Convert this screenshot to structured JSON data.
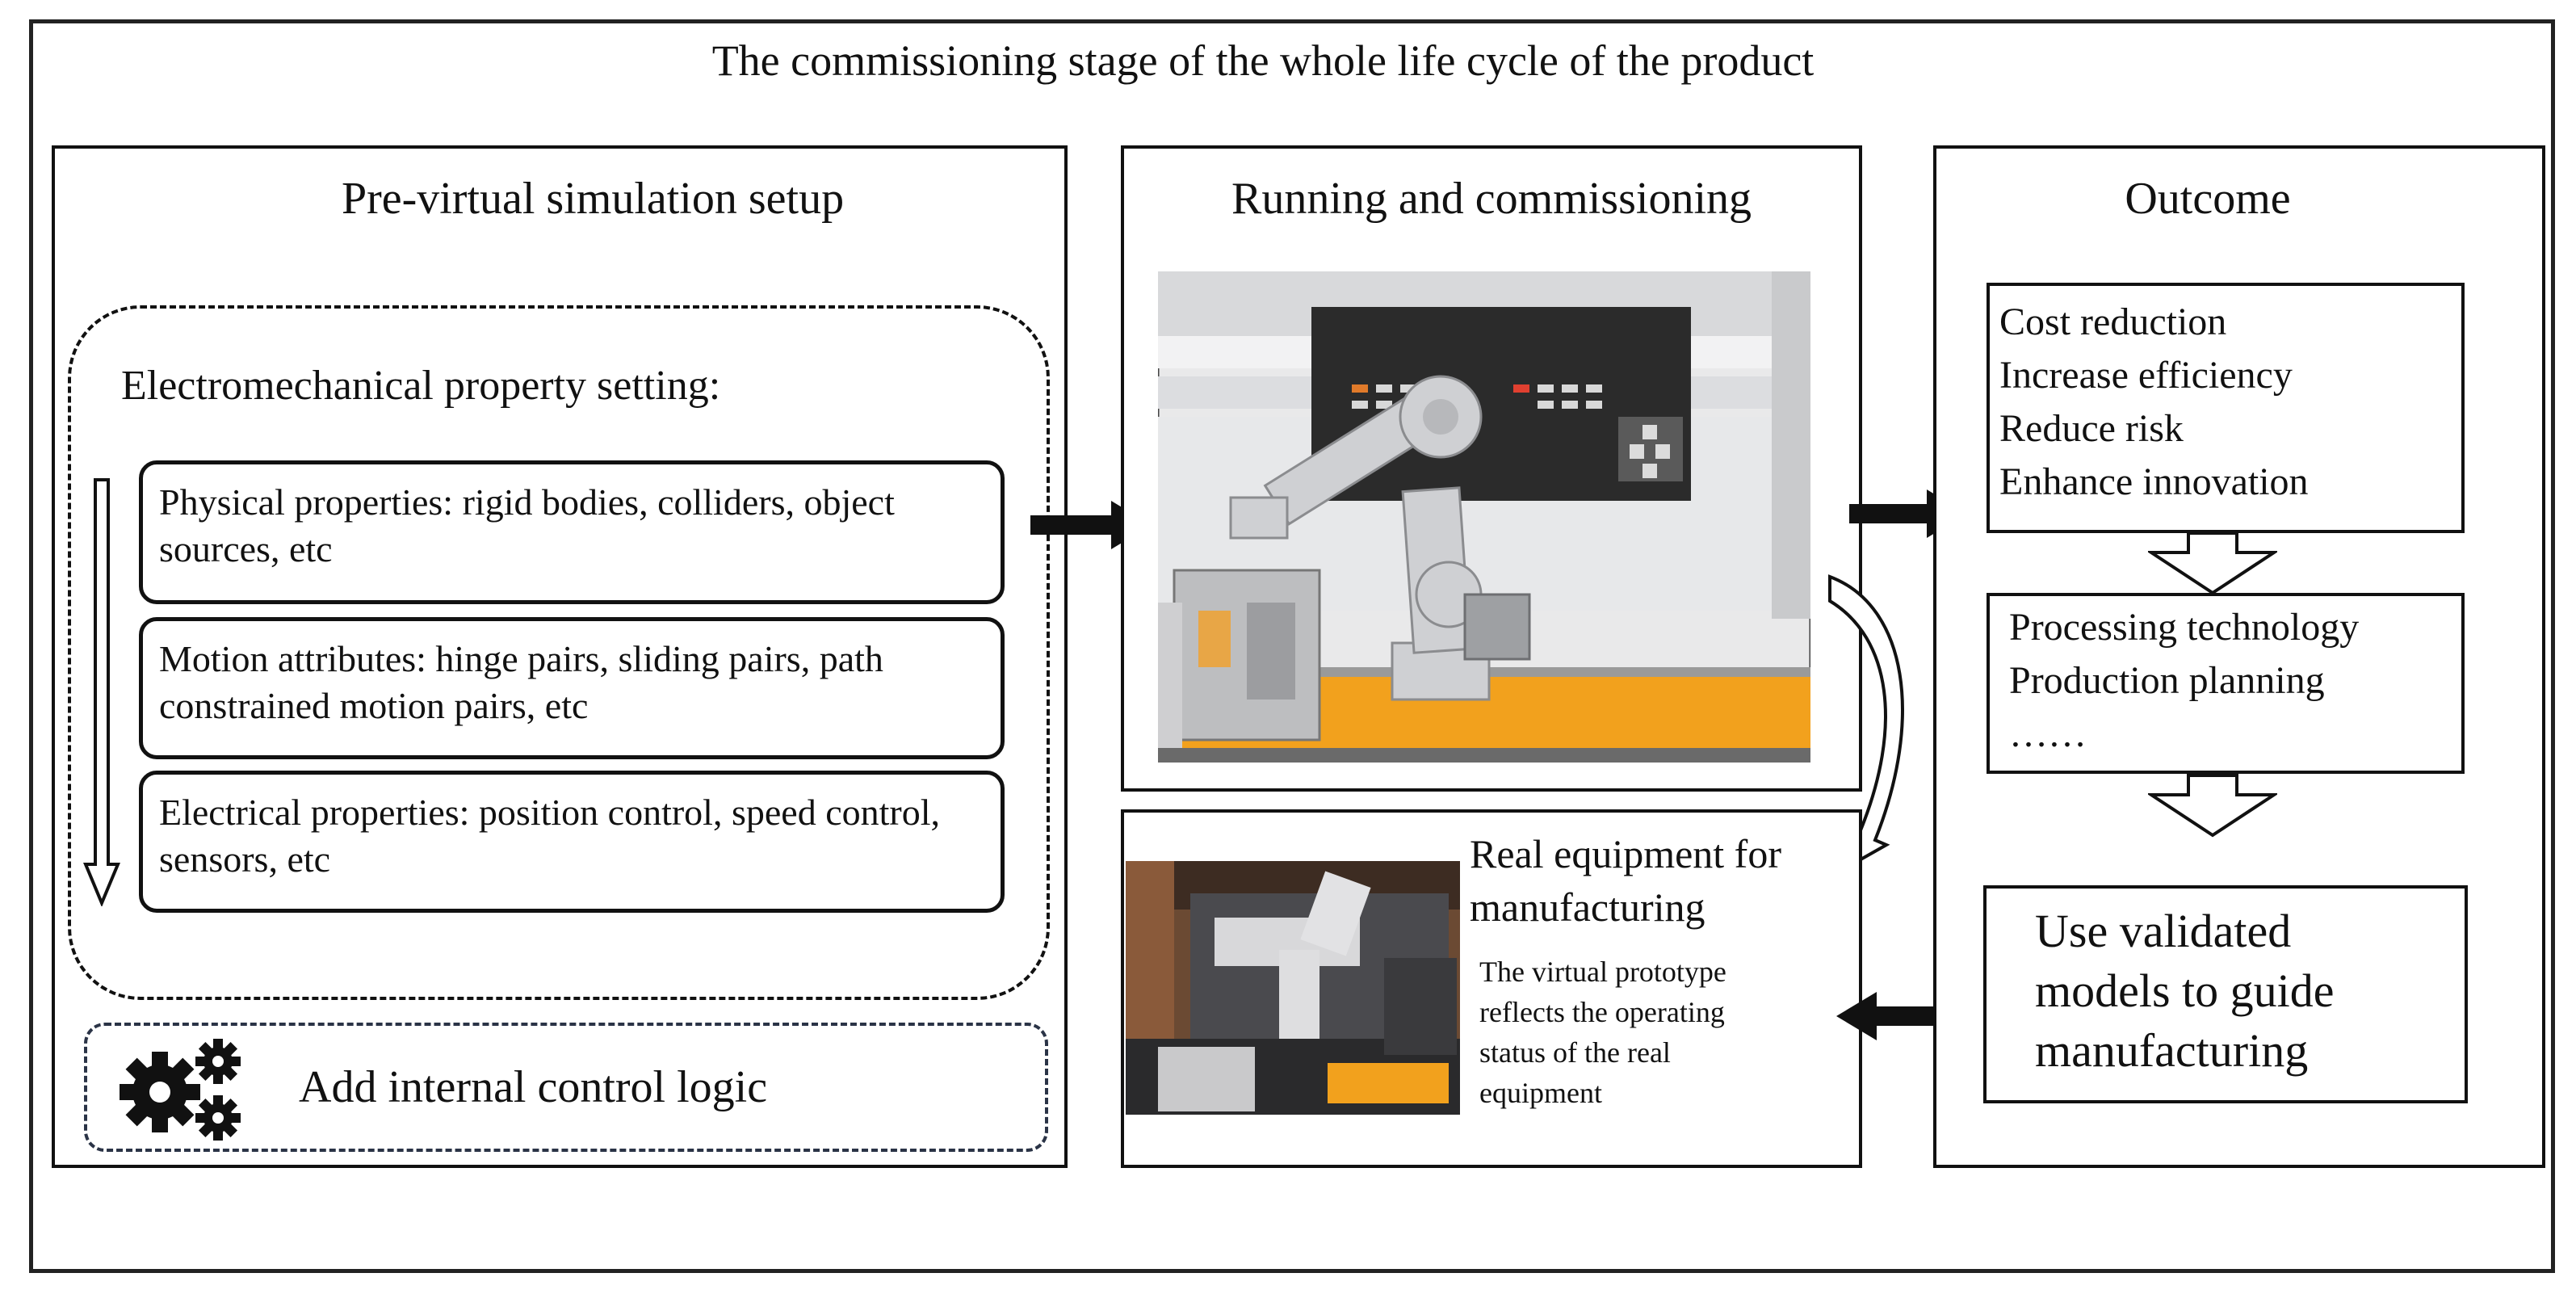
{
  "title": "The commissioning stage of the whole life cycle of the product",
  "left_panel": {
    "heading": "Pre-virtual simulation setup",
    "electromech_label": "Electromechanical property setting:",
    "properties": [
      "Physical properties: rigid bodies, colliders, object sources, etc",
      "Motion attributes: hinge pairs, sliding pairs, path constrained motion pairs, etc",
      "Electrical properties: position control, speed control, sensors, etc"
    ],
    "control_logic": "Add internal control logic",
    "control_icon": "gears-icon"
  },
  "middle_panel": {
    "heading": "Running and commissioning",
    "sim_image_icon": "robot-simulation-image",
    "real_title": "Real equipment for manufacturing",
    "real_desc": "The virtual prototype reflects the operating status of the real equipment",
    "real_image_icon": "real-robot-photo"
  },
  "right_panel": {
    "heading": "Outcome",
    "benefits": [
      "Cost reduction",
      "Increase efficiency",
      "Reduce risk",
      "Enhance innovation"
    ],
    "applications": [
      "Processing technology",
      "Production planning",
      "……"
    ],
    "validated": "Use validated models to guide manufacturing"
  },
  "colors": {
    "line": "#111111",
    "orange": "#f2a11d",
    "panel_dark": "#2b2b2b"
  }
}
